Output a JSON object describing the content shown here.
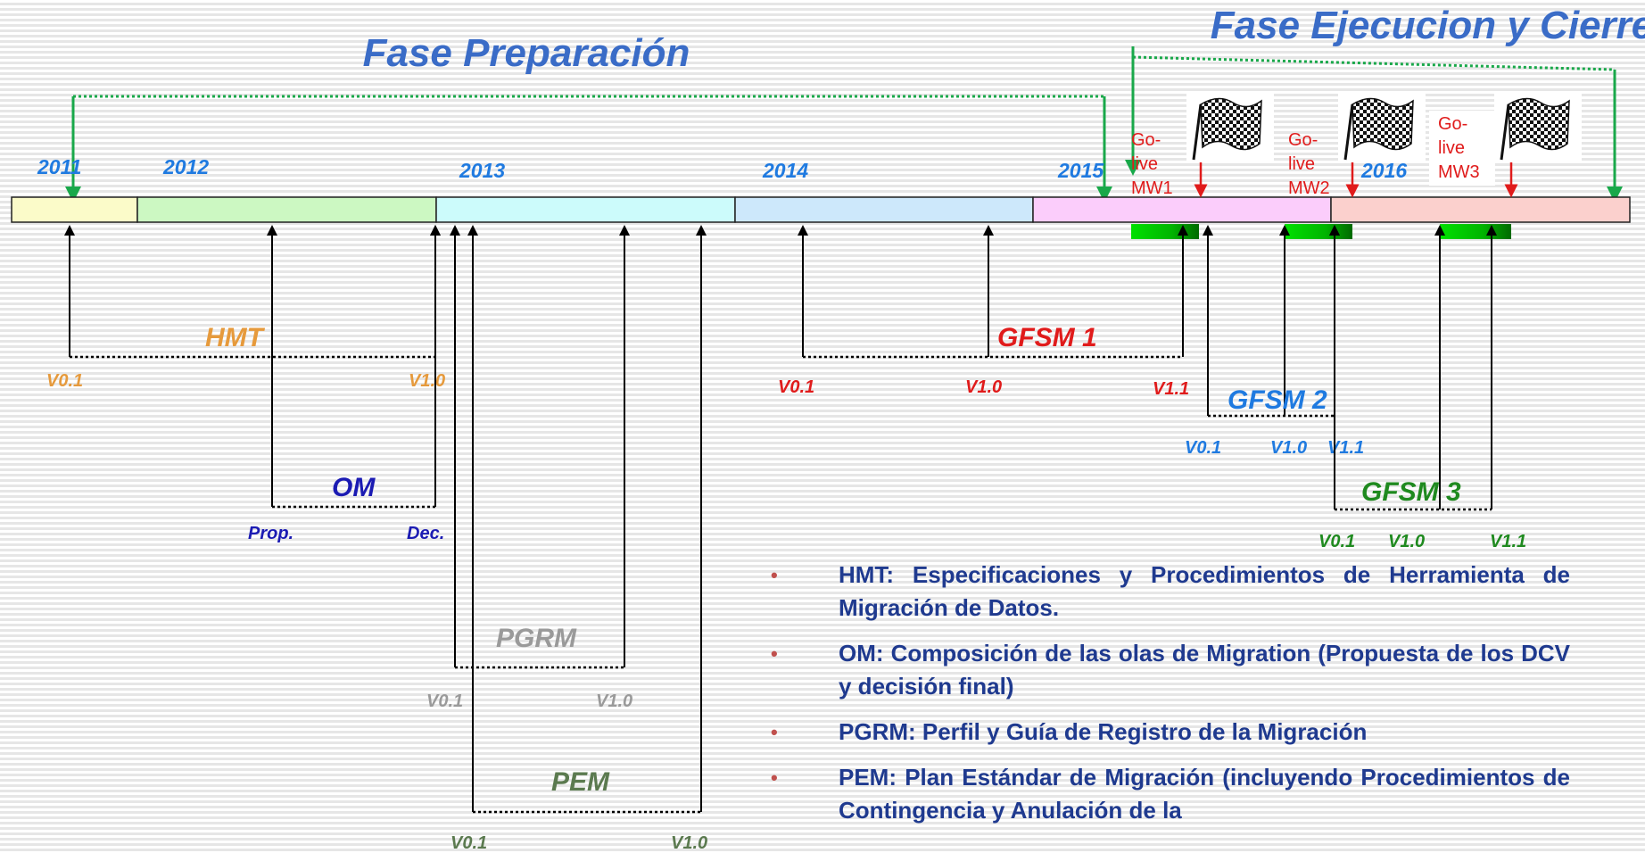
{
  "phases": {
    "preparation": "Fase Preparación",
    "execution": "Fase Ejecucion y Cierre"
  },
  "years": [
    "2011",
    "2012",
    "2013",
    "2014",
    "2015",
    "2016"
  ],
  "golives": [
    "Go-live MW1",
    "Go-live MW2",
    "Go-live MW3"
  ],
  "tracks": {
    "hmt": {
      "name": "HMT",
      "versions": [
        "V0.1",
        "V1.0"
      ]
    },
    "om": {
      "name": "OM",
      "versions": [
        "Prop.",
        "Dec."
      ]
    },
    "pgrm": {
      "name": "PGRM",
      "versions": [
        "V0.1",
        "V1.0"
      ]
    },
    "pem": {
      "name": "PEM",
      "versions": [
        "V0.1",
        "V1.0"
      ]
    },
    "gfsm1": {
      "name": "GFSM 1",
      "versions": [
        "V0.1",
        "V1.0",
        "V1.1"
      ]
    },
    "gfsm2": {
      "name": "GFSM 2",
      "versions": [
        "V0.1",
        "V1.0",
        "V1.1"
      ]
    },
    "gfsm3": {
      "name": "GFSM 3",
      "versions": [
        "V0.1",
        "V1.0",
        "V1.1"
      ]
    }
  },
  "legend": [
    "HMT: Especificaciones y Procedimientos de Herramienta de Migración de Datos.",
    "OM: Composición de las olas de Migration (Propuesta de los DCV y decisión final)",
    "PGRM: Perfil y Guía de Registro de la Migración",
    "PEM: Plan Estándar de Migración (incluyendo Procedimientos de Contingencia y Anulación de la"
  ],
  "colors": {
    "phase_title": "#3a6cc7",
    "year_label": "#1f7ae0",
    "hmt": "#e69a3c",
    "om": "#1b1bb3",
    "pgrm": "#9a9a9a",
    "pem": "#5b7a4f",
    "gfsm1": "#e01b1b",
    "gfsm2": "#1f7ae0",
    "gfsm3": "#1f8a1f",
    "milestone_arrow": "#19a84a",
    "golive_arrow": "#e01b1b",
    "legend_text": "#1f3a8f",
    "bullet": "#c0504d"
  },
  "icons": [
    "checkered-flag-icon",
    "checkered-flag-icon",
    "checkered-flag-icon"
  ]
}
